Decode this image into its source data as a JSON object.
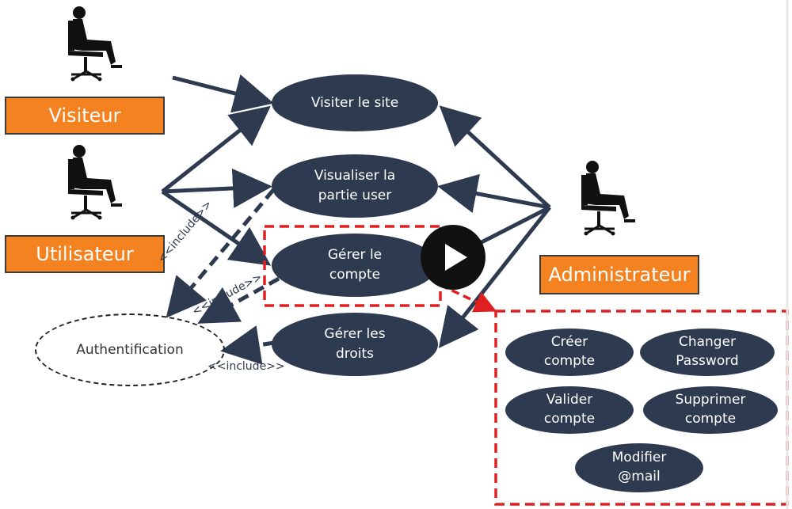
{
  "actors": {
    "visiteur": "Visiteur",
    "utilisateur": "Utilisateur",
    "administrateur": "Administrateur"
  },
  "use_cases": {
    "visiter": "Visiter le site",
    "visualiser": "Visualiser la\npartie user",
    "gerer_compte": "Gérer le\ncompte",
    "gerer_droits": "Gérer les\ndroits",
    "authentification": "Authentification"
  },
  "includes": [
    "<<include>>",
    "<<include>>",
    "<<include>>"
  ],
  "sub_cases": {
    "creer": "Créer\ncompte",
    "changer": "Changer\nPassword",
    "valider": "Valider\ncompte",
    "supprimer": "Supprimer\ncompte",
    "modifier": "Modifier\n@mail"
  },
  "colors": {
    "actor_fill": "#f58220",
    "use_case_fill": "#2e3a4f",
    "highlight": "#e02020"
  },
  "icons": {
    "actor": "seated-person-icon",
    "play": "play-icon"
  }
}
